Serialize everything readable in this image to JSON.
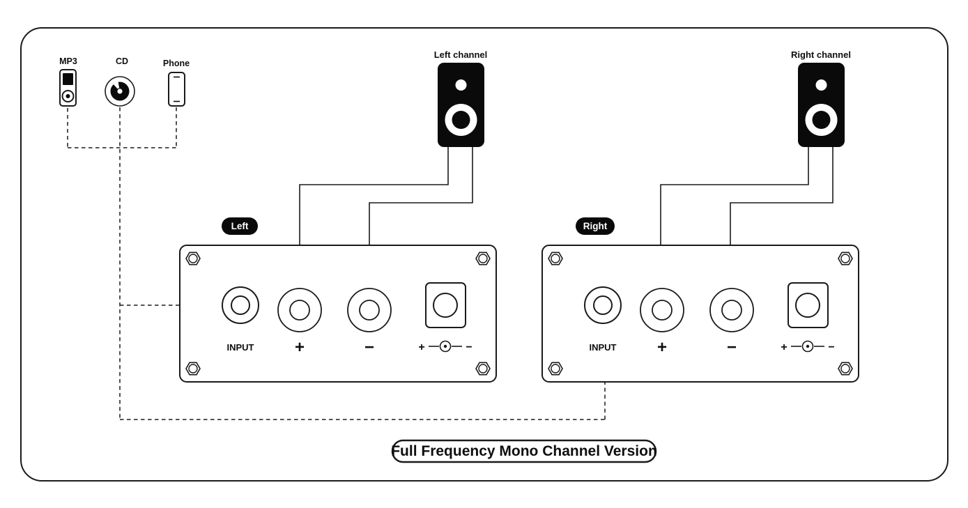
{
  "sources": {
    "mp3": "MP3",
    "cd": "CD",
    "phone": "Phone"
  },
  "speakers": {
    "left": "Left channel",
    "right": "Right channel"
  },
  "amps": {
    "left": {
      "badge": "Left",
      "input": "INPUT",
      "plus": "+",
      "minus": "−",
      "power_plus": "+",
      "power_minus": "−"
    },
    "right": {
      "badge": "Right",
      "input": "INPUT",
      "plus": "+",
      "minus": "−",
      "power_plus": "+",
      "power_minus": "−"
    }
  },
  "footer": {
    "title": "Full Frequency Mono Channel Version"
  },
  "colors": {
    "line": "#1a1a1a",
    "black": "#0a0a0a",
    "background": "#ffffff"
  }
}
